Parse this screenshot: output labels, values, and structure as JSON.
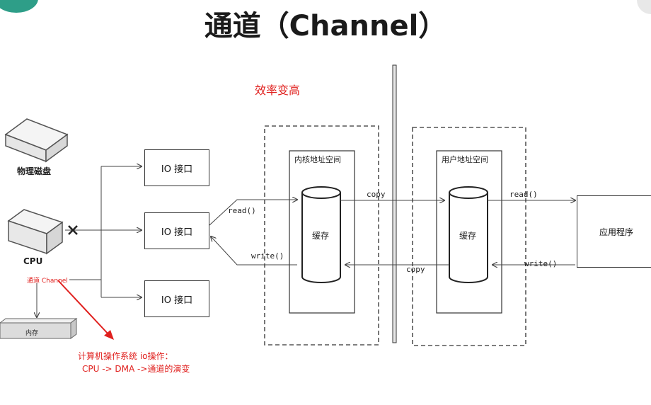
{
  "title": "通道（Channel）",
  "efficiency_note": "效率变高",
  "disk_label": "物理磁盘",
  "cpu_label": "CPU",
  "channel_label": "通道 Channel",
  "memory_label": "内存",
  "io_ports": [
    "IO 接口",
    "IO 接口",
    "IO 接口"
  ],
  "kernel_space": {
    "title": "内核地址空间",
    "buffer": "缓存"
  },
  "user_space": {
    "title": "用户地址空间",
    "buffer": "缓存"
  },
  "app_label": "应用程序",
  "arrow_labels": {
    "read_left": "read()",
    "write_left": "write()",
    "copy_top": "copy",
    "copy_bottom": "copy",
    "read_right": "read()",
    "write_right": "write()"
  },
  "annotation": {
    "line1": "计算机操作系统 io操作：",
    "line2": "CPU -> DMA ->通道的演变"
  },
  "colors": {
    "accent_red": "#e0201e",
    "line": "#444444"
  }
}
